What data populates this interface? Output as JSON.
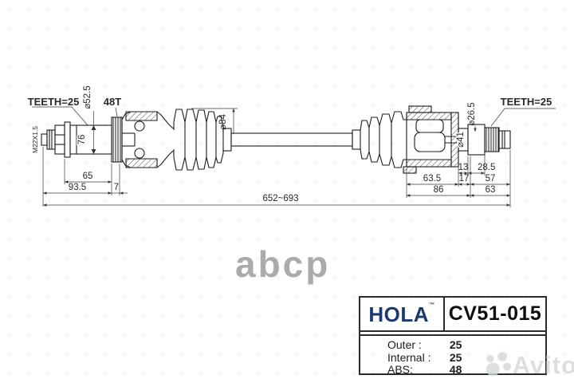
{
  "drawing": {
    "labels": {
      "teeth_left": "TEETH=25",
      "thread_spec": "M22X1.5",
      "dia_stub": "⌀52.5",
      "abs_teeth": "48T",
      "len_stub": "76",
      "dia_boot": "⌀84",
      "len_65": "65",
      "len_93_5": "93.5",
      "len_7": "7",
      "overall_length": "652~693",
      "dia_41": "⌀41",
      "dia_26_5": "⌀26.5",
      "len_13": "13",
      "len_28_5": "28.5",
      "len_17": "17",
      "len_57": "57",
      "len_63_5": "63.5",
      "len_86": "86",
      "len_63": "63",
      "teeth_right": "TEETH=25"
    }
  },
  "label_plate": {
    "brand": "HOLA",
    "trademark": "™",
    "part_number": "CV51-015",
    "specs": [
      {
        "label": "Outer :",
        "value": "25"
      },
      {
        "label": "Internal :",
        "value": "25"
      },
      {
        "label": "ABS:",
        "value": "48"
      }
    ]
  },
  "watermarks": {
    "abcp": "abcp",
    "avito": "Avito"
  },
  "colors": {
    "brand_navy": "#1d3a6e",
    "line_black": "#1c1c1c",
    "watermark_grey": "#a9abad"
  }
}
